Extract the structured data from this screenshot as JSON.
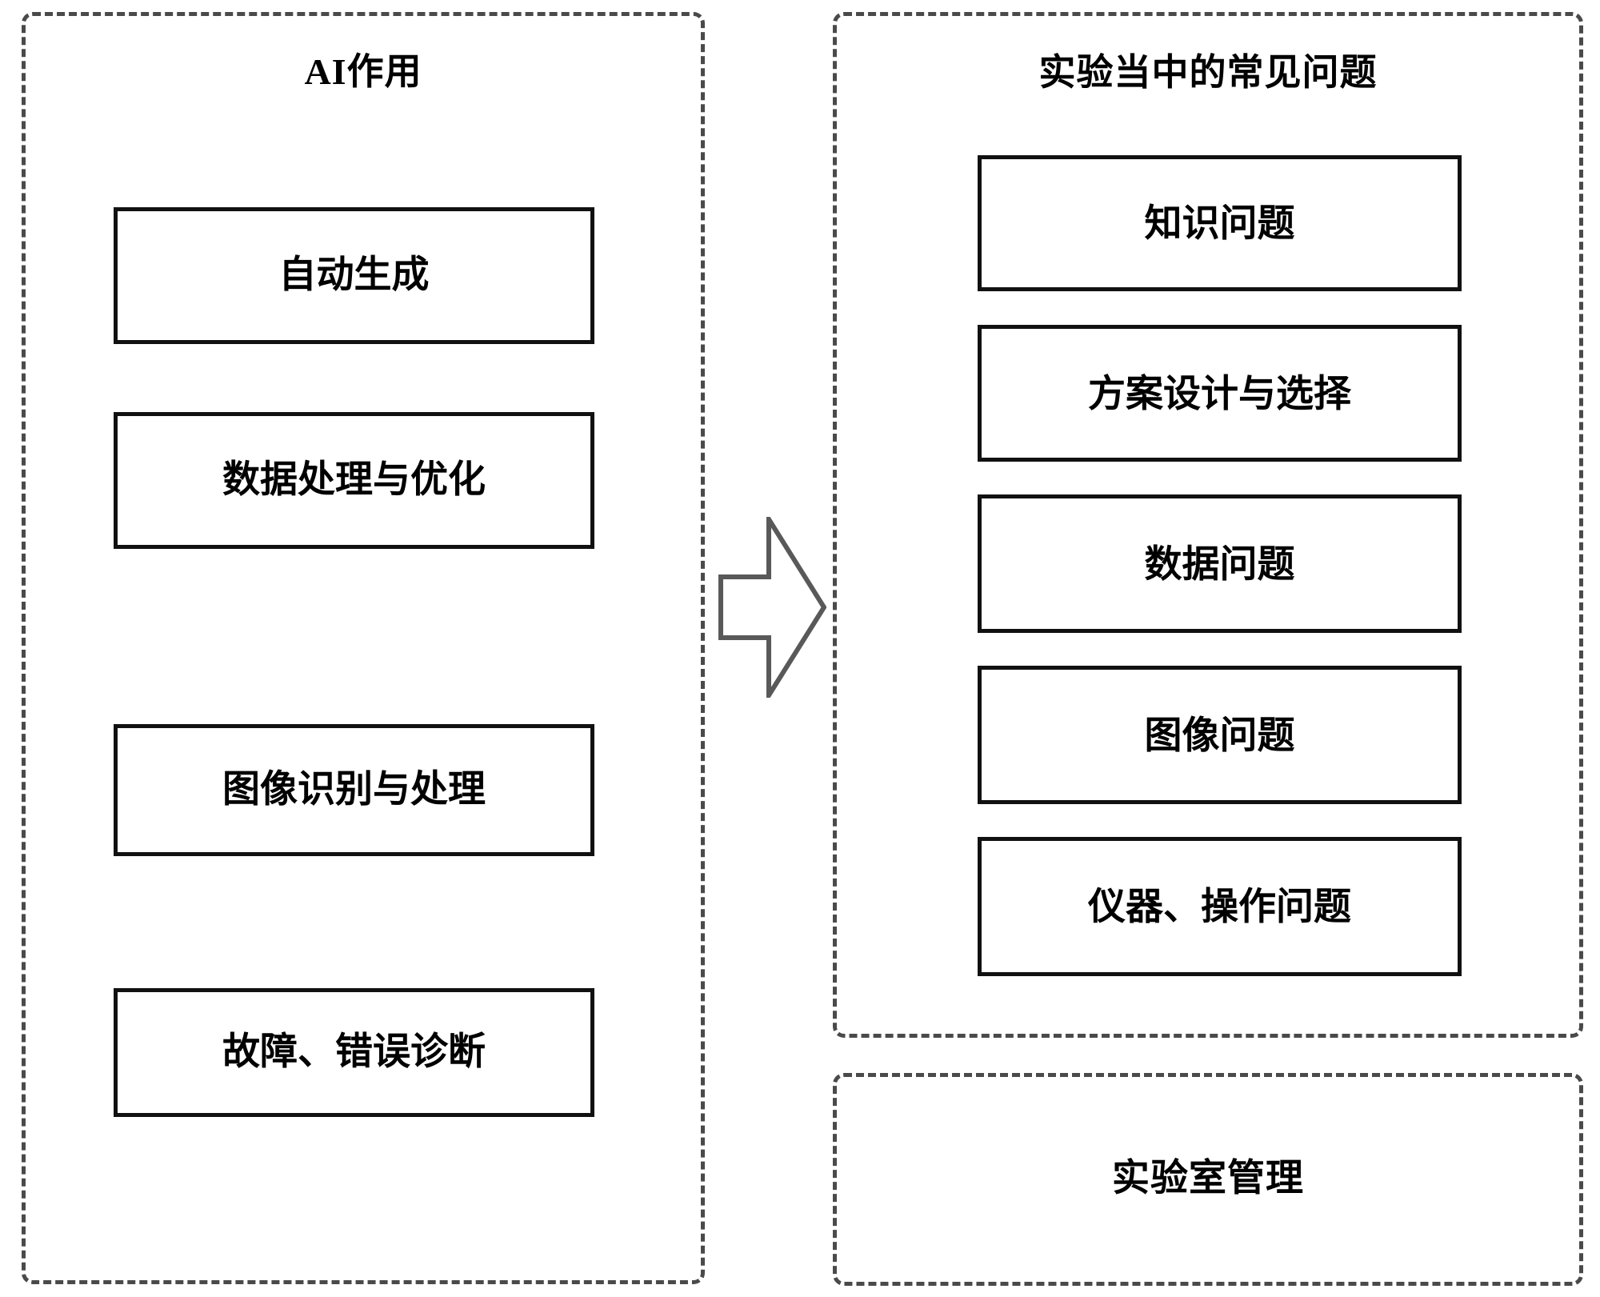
{
  "diagram": {
    "title_left": "AI作用",
    "title_right": "实验当中的常见问题",
    "title_bottom": "实验室管理",
    "arrow_icon": "right-block-arrow-icon",
    "colors": {
      "panel_border": "#4a4a4a",
      "box_border": "#111111",
      "text": "#000000",
      "background": "#ffffff",
      "arrow_outline": "#595959"
    },
    "ai_roles": [
      {
        "label": "自动生成"
      },
      {
        "label": "数据处理与优化"
      },
      {
        "label": "图像识别与处理"
      },
      {
        "label": "故障、错误诊断"
      }
    ],
    "experiment_problems": [
      {
        "label": "知识问题"
      },
      {
        "label": "方案设计与选择"
      },
      {
        "label": "数据问题"
      },
      {
        "label": "图像问题"
      },
      {
        "label": "仪器、操作问题"
      }
    ]
  }
}
